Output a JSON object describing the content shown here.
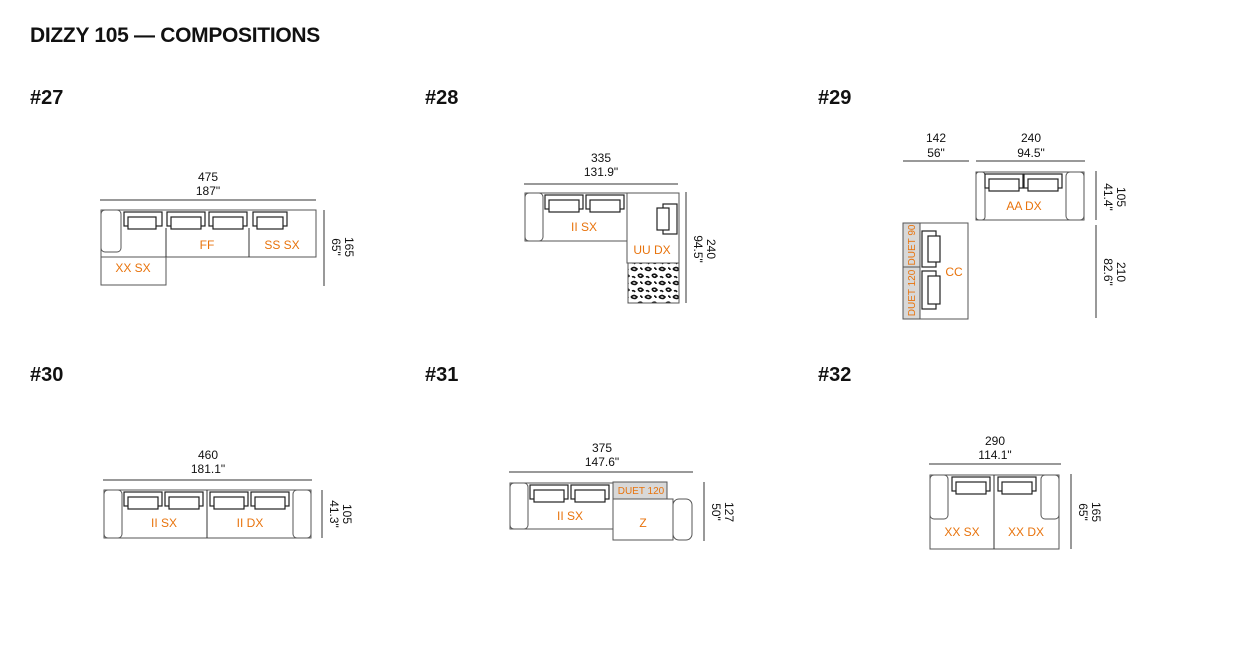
{
  "page_title": "DIZZY 105 — COMPOSITIONS",
  "compositions": [
    {
      "number": "#27",
      "width_cm": "475",
      "width_in": "187\"",
      "depth_cm": "165",
      "depth_in": "65\"",
      "modules": [
        "XX SX",
        "FF",
        "SS SX"
      ]
    },
    {
      "number": "#28",
      "width_cm": "335",
      "width_in": "131.9\"",
      "depth_cm": "240",
      "depth_in": "94.5\"",
      "modules": [
        "II SX",
        "UU DX"
      ]
    },
    {
      "number": "#29",
      "width_a_cm": "142",
      "width_a_in": "56\"",
      "width_b_cm": "240",
      "width_b_in": "94.5\"",
      "depth_a_cm": "105",
      "depth_a_in": "41.4\"",
      "depth_b_cm": "210",
      "depth_b_in": "82.6\"",
      "modules": [
        "AA DX",
        "CC",
        "DUET 90",
        "DUET 120"
      ]
    },
    {
      "number": "#30",
      "width_cm": "460",
      "width_in": "181.1\"",
      "depth_cm": "105",
      "depth_in": "41.3\"",
      "modules": [
        "II SX",
        "II DX"
      ]
    },
    {
      "number": "#31",
      "width_cm": "375",
      "width_in": "147.6\"",
      "depth_cm": "127",
      "depth_in": "50\"",
      "modules": [
        "II SX",
        "Z",
        "DUET 120"
      ]
    },
    {
      "number": "#32",
      "width_cm": "290",
      "width_in": "114.1\"",
      "depth_cm": "165",
      "depth_in": "65\"",
      "modules": [
        "XX SX",
        "XX DX"
      ]
    }
  ]
}
